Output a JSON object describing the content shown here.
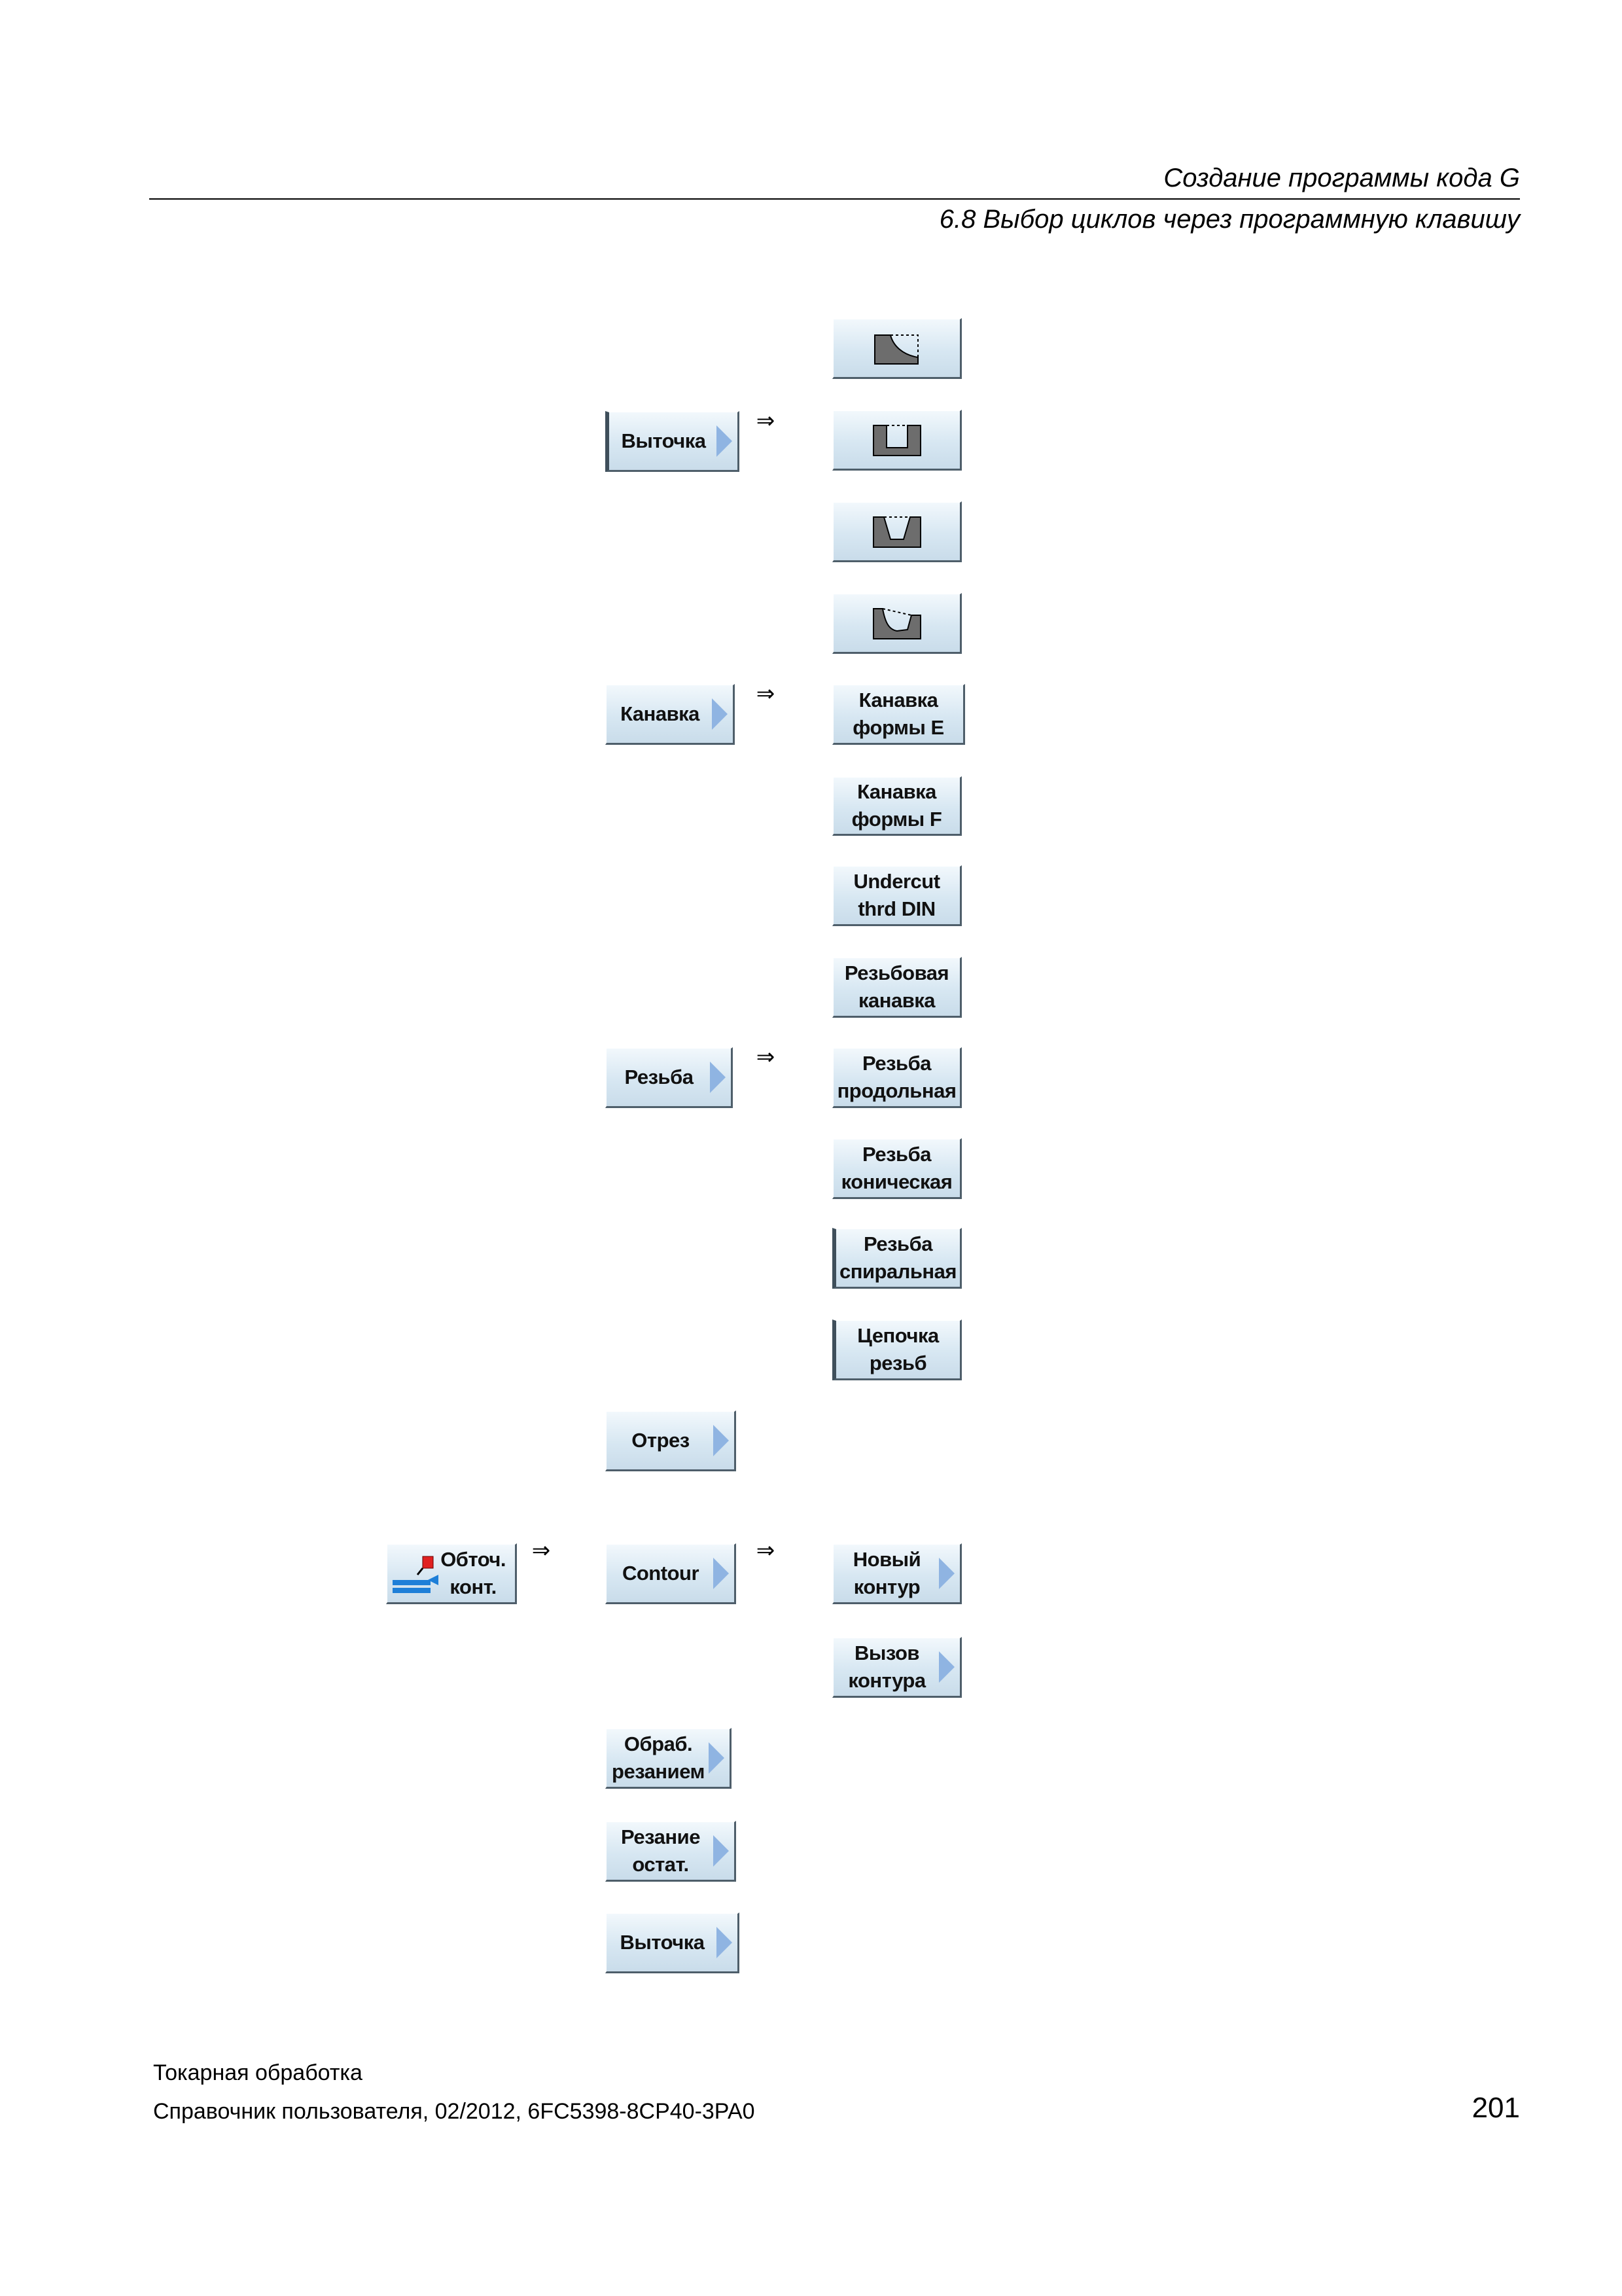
{
  "header": {
    "chapter_title": "Создание программы кода G",
    "section_title": "6.8 Выбор циклов через программную клавишу"
  },
  "flow_arrow": "⇒",
  "softkeys": {
    "turning_stock_removal": "Выточка",
    "groove": "Канавка",
    "undercut_form_e": "Канавка\nформы E",
    "undercut_form_f": "Канавка\nформы F",
    "undercut_thread_din": "Undercut\nthrd DIN",
    "thread_groove": "Резьбовая\nканавка",
    "thread": "Резьба",
    "thread_longitudinal": "Резьба\nпродольная",
    "thread_taper": "Резьба\nконическая",
    "thread_face": "Резьба\nспиральная",
    "thread_chain": "Цепочка\nрезьб",
    "parting": "Отрез",
    "contour_turning": "Обточ.\nконт.",
    "contour": "Contour",
    "new_contour": "Новый\nконтур",
    "call_contour": "Вызов\nконтура",
    "stock_removal_cutting": "Обраб.\nрезанием",
    "residual_cutting": "Резание\nостат.",
    "grooving_contour": "Выточка"
  },
  "icons": {
    "stock_removal_corner": "corner-stock-removal-icon",
    "stock_removal_pocket": "rectangular-pocket-icon",
    "stock_removal_pocket_taper": "tapered-pocket-icon",
    "stock_removal_pocket_radius": "rounded-pocket-icon",
    "contour_turning": "contour-turning-icon"
  },
  "footer": {
    "product": "Токарная обработка",
    "manual": "Справочник пользователя, 02/2012, 6FC5398-8CP40-3PA0",
    "page_number": "201"
  }
}
